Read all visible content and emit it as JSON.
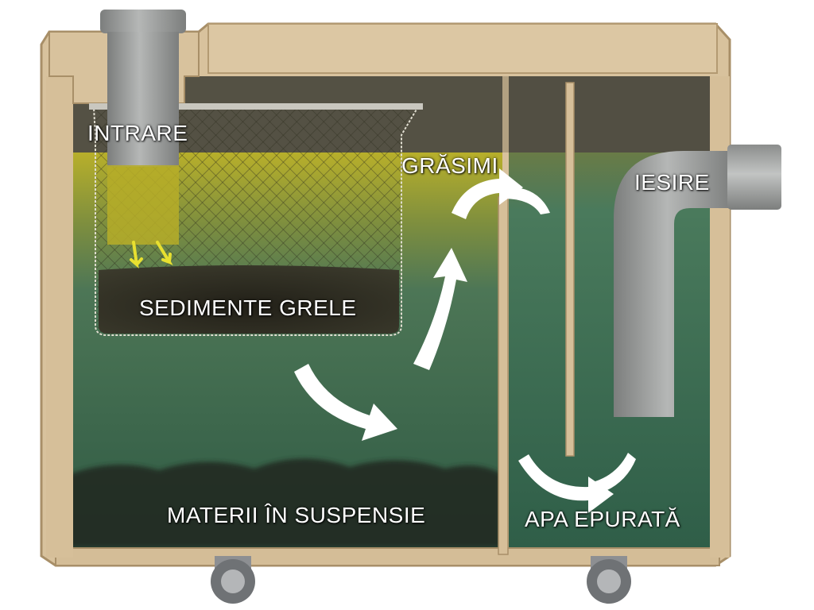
{
  "labels": {
    "inlet": "INTRARE",
    "fats": "GRĂSIMI",
    "outlet": "IESIRE",
    "heavy_sediment": "SEDIMENTE GRELE",
    "suspended_matter": "MATERII ÎN SUSPENSIE",
    "treated_water": "APA EPURATĂ"
  },
  "colors": {
    "tank_body": "#d9c3a0",
    "tank_edge": "#b89f78",
    "water": "#3c6a52",
    "fat_layer": "#b8b42a",
    "pipe": "#9a9c9b",
    "sediment": "#2a2a22",
    "arrow": "#ffffff",
    "flow_arrow_small": "#e8e030"
  }
}
